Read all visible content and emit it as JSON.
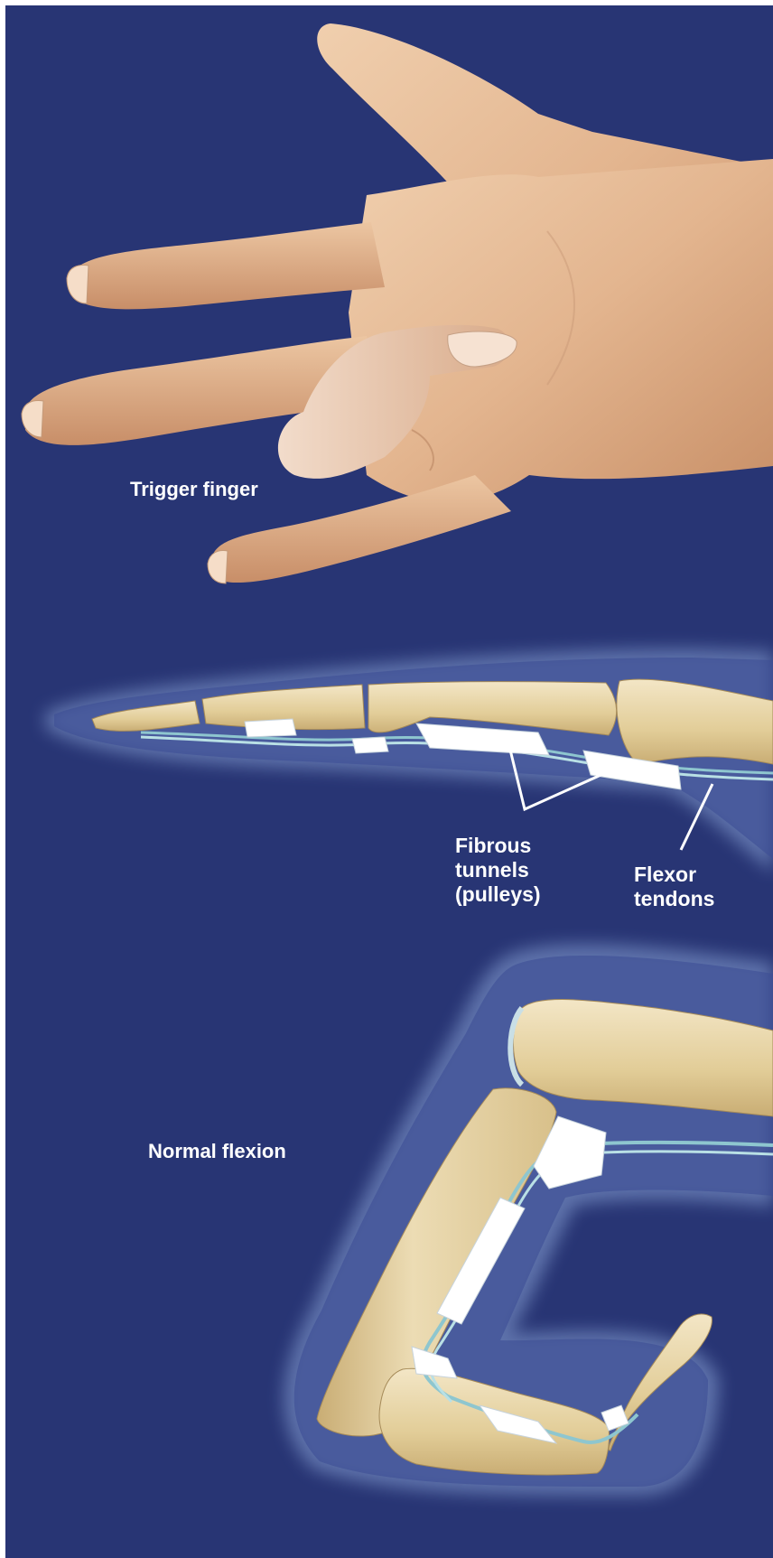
{
  "labels": {
    "trigger_finger": "Trigger finger",
    "fibrous_tunnels": [
      "Fibrous",
      "tunnels",
      "(pulleys)"
    ],
    "flexor_tendons": [
      "Flexor",
      "tendons"
    ],
    "normal_flexion": "Normal flexion"
  },
  "colors": {
    "background": "#283574",
    "skin": "#e3b58f",
    "bone": "#e6d3a3",
    "pulley": "#ffffff",
    "tendon": "#8ec6cf",
    "label": "#ffffff"
  },
  "figures": [
    {
      "name": "hand-with-trigger-finger",
      "depicts": "palm and fingers, one finger locked in a bent position"
    },
    {
      "name": "straight-finger-anatomy",
      "depicts": "bones, pulleys and flexor tendons of an extended finger"
    },
    {
      "name": "flexed-finger-anatomy",
      "depicts": "bones, pulleys and flexor tendons of a finger in normal flexion"
    }
  ]
}
